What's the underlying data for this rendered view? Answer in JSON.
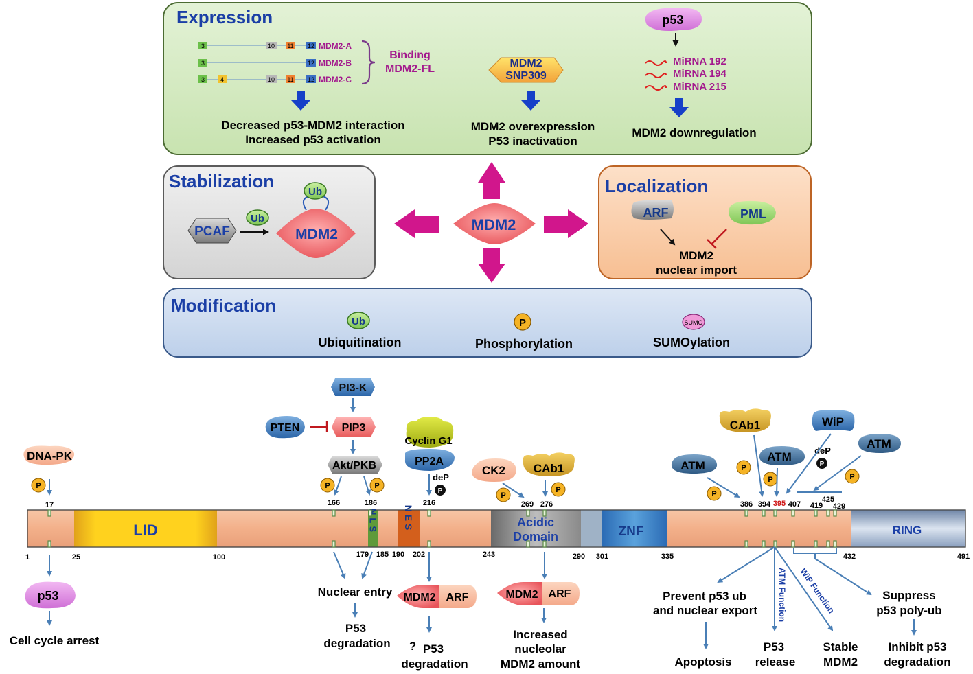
{
  "expression": {
    "title": "Expression",
    "isoforms": [
      {
        "name": "MDM2-A",
        "exons": [
          "3",
          "10",
          "11",
          "12"
        ]
      },
      {
        "name": "MDM2-B",
        "exons": [
          "3",
          "12"
        ]
      },
      {
        "name": "MDM2-C",
        "exons": [
          "3",
          "4",
          "10",
          "11",
          "12"
        ]
      }
    ],
    "binding_label": "Binding\nMDM2-FL",
    "binding_line1": "Binding",
    "binding_line2": "MDM2-FL",
    "iso_result_1": "Decreased p53-MDM2 interaction",
    "iso_result_2": "Increased p53 activation",
    "snp_line1": "MDM2",
    "snp_line2": "SNP309",
    "snp_result_1": "MDM2 overexpression",
    "snp_result_2": "P53 inactivation",
    "p53": "p53",
    "mirnas": [
      "MiRNA 192",
      "MiRNA 194",
      "MiRNA 215"
    ],
    "mirna_result": "MDM2 downregulation"
  },
  "stabilization": {
    "title": "Stabilization",
    "pcaf": "PCAF",
    "ub": "Ub",
    "mdm2": "MDM2"
  },
  "center": {
    "mdm2": "MDM2"
  },
  "localization": {
    "title": "Localization",
    "arf": "ARF",
    "pml": "PML",
    "result_1": "MDM2",
    "result_2": "nuclear import"
  },
  "modification": {
    "title": "Modification",
    "items": [
      {
        "icon": "Ub",
        "label": "Ubiquitination"
      },
      {
        "icon": "P",
        "label": "Phosphorylation"
      },
      {
        "icon": "SUMO",
        "label": "SUMOylation"
      }
    ]
  },
  "domain_map": {
    "ticks_bottom": [
      "1",
      "25",
      "100",
      "179",
      "185",
      "190",
      "202",
      "243",
      "290",
      "301",
      "335",
      "432",
      "491"
    ],
    "ticks_top": [
      "17",
      "166",
      "186",
      "216",
      "269",
      "276",
      "386",
      "394",
      "395",
      "407",
      "419",
      "425",
      "429"
    ],
    "domains": {
      "lid": "LID",
      "nls": "NLS",
      "nes": "NES",
      "acidic_1": "Acidic",
      "acidic_2": "Domain",
      "znf": "ZNF",
      "ring": "RING"
    }
  },
  "kinases": {
    "dnapk": "DNA-PK",
    "pi3k": "PI3-K",
    "pten": "PTEN",
    "pip3": "PIP3",
    "akt": "Akt/PKB",
    "cyclin": "Cyclin G1",
    "pp2a": "PP2A",
    "dep": "deP",
    "ck2": "CK2",
    "cab1": "CAb1",
    "atm": "ATM",
    "wip": "WiP",
    "p": "P"
  },
  "outcomes": {
    "p53": "p53",
    "cell_cycle": "Cell cycle arrest",
    "nuclear_entry": "Nuclear entry",
    "p53_deg_1": "P53",
    "p53_deg_2": "degradation",
    "q_mark": "?",
    "mdm2": "MDM2",
    "arf": "ARF",
    "increased_1": "Increased",
    "increased_2": "nucleolar",
    "increased_3": "MDM2 amount",
    "prevent_1": "Prevent p53 ub",
    "prevent_2": "and nuclear export",
    "apoptosis": "Apoptosis",
    "atm_function": "ATM Function",
    "wip_function": "WiP Function",
    "p53_release_1": "P53",
    "p53_release_2": "release",
    "stable_1": "Stable",
    "stable_2": "MDM2",
    "suppress_1": "Suppress",
    "suppress_2": "p53 poly-ub",
    "inhibit_1": "Inhibit p53",
    "inhibit_2": "degradation"
  },
  "colors": {
    "expression_bg": "#d6ebc4",
    "stabilization_bg": "#e2e2e2",
    "localization_bg": "#f9cba5",
    "modification_bg": "#c9d9ef",
    "protein_bar": "#f3b48d",
    "mdm2_shape": "#ef7a7a",
    "arrow_magenta": "#d1168c",
    "arrow_blue": "#1640c8",
    "line_blue": "#4a7fb6"
  }
}
